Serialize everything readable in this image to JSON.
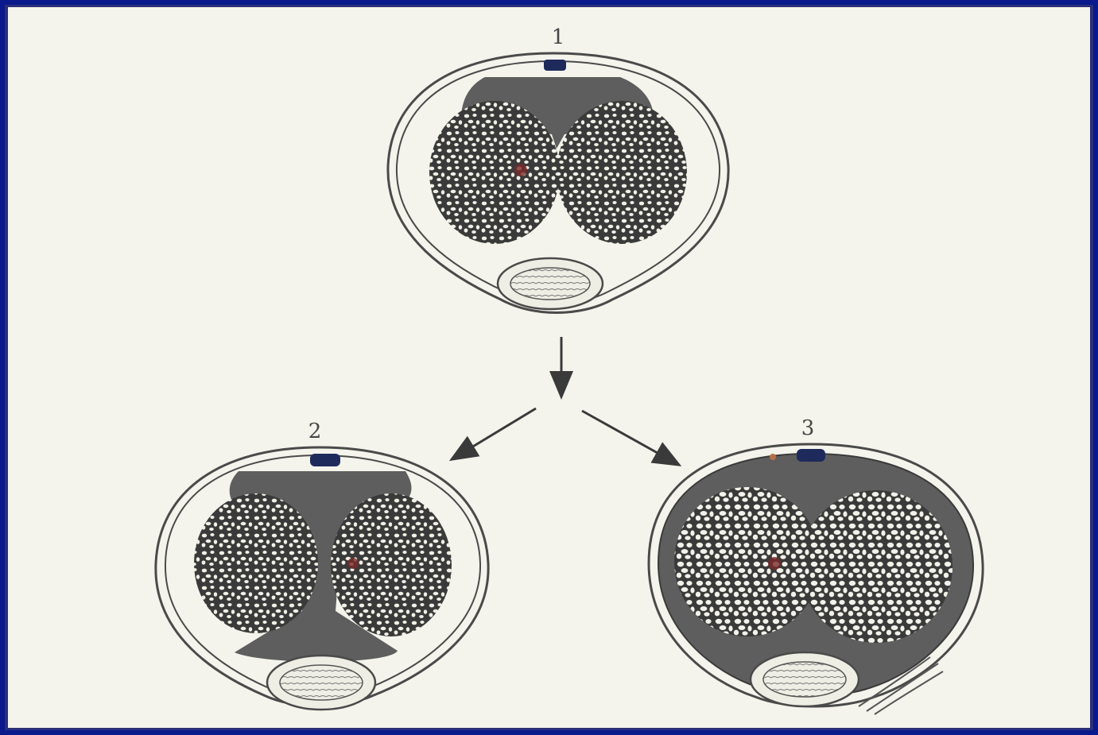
{
  "diagram": {
    "labels": {
      "top": "1",
      "bottom_left": "2",
      "bottom_right": "3"
    },
    "colors": {
      "background": "#f4f4ec",
      "frame": "#0a1a8c",
      "line": "#4a4a4a",
      "tissue_dark": "#5a5a5a",
      "vein_blue": "#1f2a5c",
      "red_dot": "#7a2a2a"
    }
  }
}
